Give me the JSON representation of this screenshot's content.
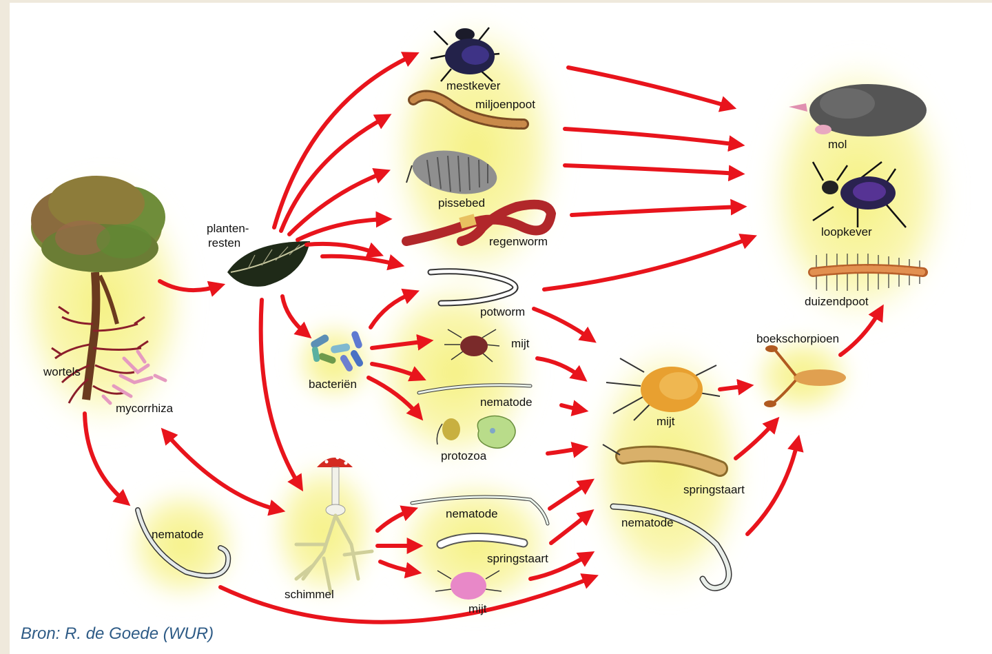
{
  "caption": "Bron: R. de Goede (WUR)",
  "colors": {
    "arrow": "#e8141c",
    "halo": "#f7f46a",
    "caption": "#2e5b86",
    "page_border": "#efe9dc"
  },
  "labels": {
    "wortels": "wortels",
    "mycorrhiza": "mycorrhiza",
    "plantenresten_1": "planten-",
    "plantenresten_2": "resten",
    "mestkever": "mestkever",
    "miljoenpoot": "miljoenpoot",
    "pissebed": "pissebed",
    "regenworm": "regenworm",
    "potworm": "potworm",
    "bacterien": "bacteriën",
    "mijt_1": "mijt",
    "nematode_1": "nematode",
    "protozoa": "protozoa",
    "schimmel": "schimmel",
    "nematode_2": "nematode",
    "springstaart_1": "springstaart",
    "mijt_2": "mijt",
    "nematode_3": "nematode",
    "mijt_3": "mijt",
    "springstaart_2": "springstaart",
    "nematode_4": "nematode",
    "boekschorpioen": "boekschorpioen",
    "mol": "mol",
    "loopkever": "loopkever",
    "duizendpoot": "duizendpoot"
  }
}
